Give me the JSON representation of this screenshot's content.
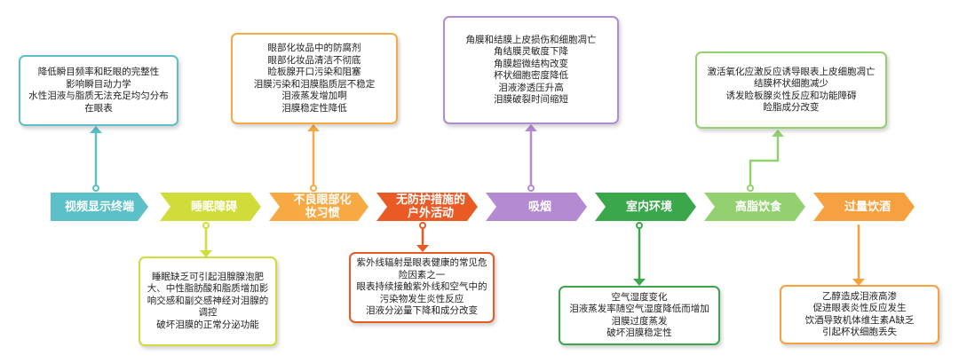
{
  "stages": [
    {
      "id": "screen",
      "label": "视频显示终端",
      "color": "#5bc0c8"
    },
    {
      "id": "sleep",
      "label": "睡眠障碍",
      "color": "#cfdc3a"
    },
    {
      "id": "makeup",
      "label": "不良眼部化妆习惯",
      "color": "#f7a944"
    },
    {
      "id": "outdoor",
      "label": "无防护措施的户外活动",
      "color": "#ea5a25"
    },
    {
      "id": "smoking",
      "label": "吸烟",
      "color": "#b48ad2"
    },
    {
      "id": "indoor",
      "label": "室内环境",
      "color": "#3aa84a"
    },
    {
      "id": "fatdiet",
      "label": "高脂饮食",
      "color": "#93d06f"
    },
    {
      "id": "alcohol",
      "label": "过量饮酒",
      "color": "#f6a03f"
    }
  ],
  "notes": {
    "screen": [
      "降低瞬目频率和眨眼的完整性",
      "影响瞬目动力学",
      "水性泪液与脂质无法充足均匀分布在眼表"
    ],
    "sleep": [
      "睡眠缺乏可引起泪腺腺泡肥大、中性脂肪酸和脂质增加影响交感和副交感神经对泪腺的调控",
      "破坏泪膜的正常分泌功能"
    ],
    "makeup": [
      "眼部化妆品中的防腐剂",
      "眼部化妆品清洁不彻底",
      "睑板腺开口污染和阻塞",
      "泪膜污染和泪膜脂质层不稳定",
      "泪液蒸发增加啊",
      "泪膜稳定性降低"
    ],
    "outdoor": [
      "紫外线辐射是眼表健康的常见危险因素之一",
      "眼表持续接触紫外线和空气中的污染物发生炎性反应",
      "泪液分泌量下降和成分改变"
    ],
    "smoking": [
      "角膜和结膜上皮损伤和细胞凋亡",
      "角结膜灵敏度下降",
      "角膜超微结构改变",
      "杯状细胞密度降低",
      "泪液渗透压升高",
      "泪膜破裂时间缩短"
    ],
    "indoor": [
      "空气湿度变化",
      "泪液蒸发率随空气湿度降低而增加",
      "泪膜过度蒸发",
      "破坏泪膜稳定性"
    ],
    "fatdiet": [
      "激活氧化应激反应诱导眼表上皮细胞凋亡",
      "结膜杯状细胞减少",
      "诱发睑板腺炎性反应和功能障碍",
      "睑脂成分改变"
    ],
    "alcohol": [
      "乙醇造成泪液高渗",
      "促进眼表炎性反应发生",
      "饮酒导致机体维生素A缺乏",
      "引起杯状细胞丢失"
    ]
  }
}
